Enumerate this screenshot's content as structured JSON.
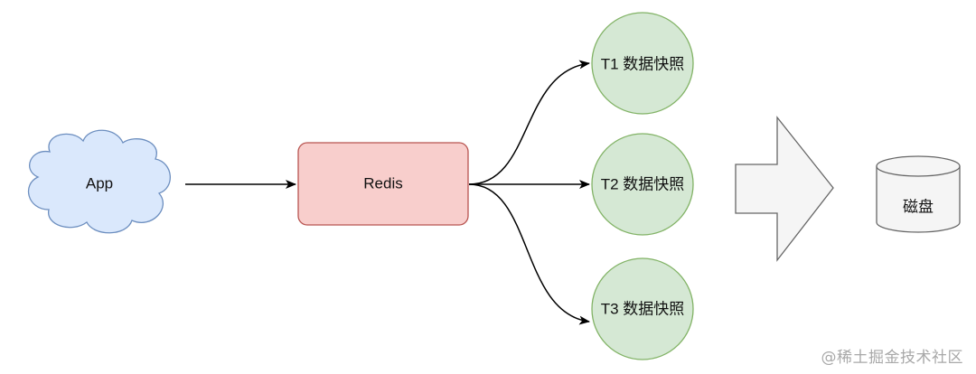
{
  "nodes": {
    "app": {
      "label": "App",
      "fill": "#dae8fc",
      "stroke": "#6c8ebf"
    },
    "redis": {
      "label": "Redis",
      "fill": "#f8cecc",
      "stroke": "#b85450"
    },
    "snapshot_t1": {
      "label": "T1 数据快照",
      "fill": "#d5e8d4",
      "stroke": "#82b366"
    },
    "snapshot_t2": {
      "label": "T2 数据快照",
      "fill": "#d5e8d4",
      "stroke": "#82b366"
    },
    "snapshot_t3": {
      "label": "T3 数据快照",
      "fill": "#d5e8d4",
      "stroke": "#82b366"
    },
    "arrow_block": {
      "fill": "#f5f5f5",
      "stroke": "#666666"
    },
    "disk": {
      "label": "磁盘",
      "fill": "#f5f5f5",
      "stroke": "#666666"
    }
  },
  "edge_color": "#000000",
  "watermark": "@稀土掘金技术社区"
}
